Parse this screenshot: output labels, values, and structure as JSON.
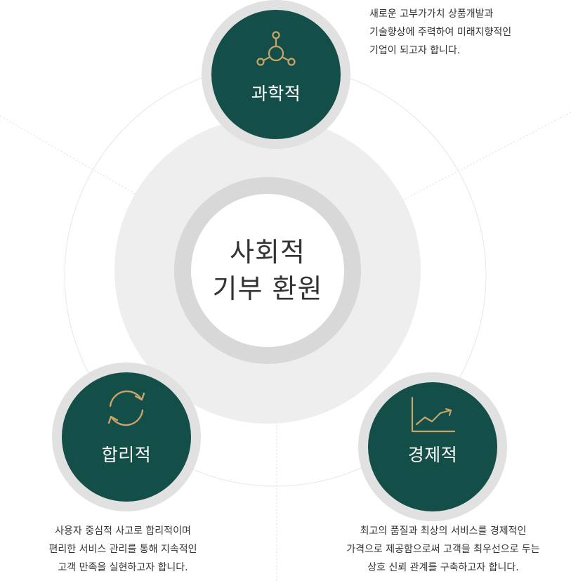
{
  "center": {
    "title": "사회적\n기부 환원"
  },
  "nodes": {
    "scientific": {
      "label": "과학적",
      "icon": "molecule-icon",
      "description": [
        "새로운 고부가가치 상품개발과",
        "기술향상에 주력하여 미래지향적인",
        "기업이 되고자 합니다."
      ]
    },
    "rational": {
      "label": "합리적",
      "icon": "refresh-cycle-icon",
      "description": [
        "사용자 중심적 사고로 합리적이며",
        "편리한 서비스 관리를 통해 지속적인",
        "고객 만족을 실현하고자 합니다."
      ]
    },
    "economic": {
      "label": "경제적",
      "icon": "line-chart-icon",
      "description": [
        "최고의 품질과 최상의 서비스를 경제적인",
        "가격으로 제공함으로써 고객을 최우선으로 두는",
        "상호 신뢰 관계를 구축하고자 합니다."
      ]
    }
  },
  "colors": {
    "node_fill": "#134e48",
    "icon_gold": "#c9a56a",
    "ring_gray": "#d8d8d8",
    "halo_gray": "#eeeeee"
  }
}
